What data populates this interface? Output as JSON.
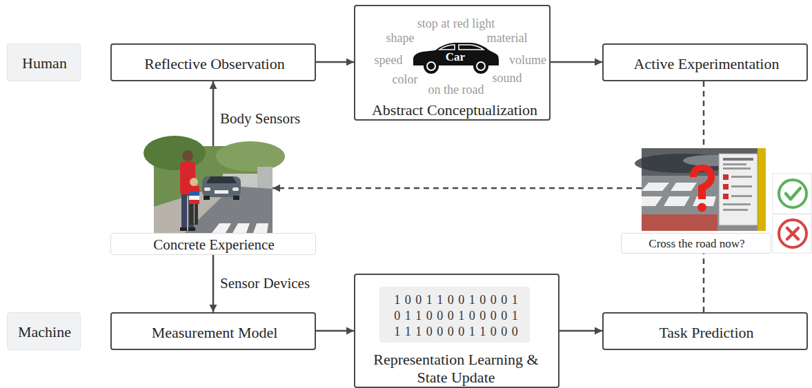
{
  "diagram": {
    "nodes": [
      {
        "text": [
          "Human"
        ]
      },
      {
        "text": [
          "Reflective Observation"
        ]
      },
      {
        "text": [
          "stop at red light",
          "shape",
          "material",
          "speed",
          "Car",
          "volume",
          "color",
          "sound",
          "on the road",
          "Abstract Conceptualization"
        ]
      },
      {
        "text": [
          "Active Experimentation"
        ]
      },
      {
        "text": [
          "Concrete Experience"
        ]
      },
      {
        "text": [
          "Cross the road now?"
        ]
      },
      {
        "text": [
          "Machine"
        ]
      },
      {
        "text": [
          "Measurement Model"
        ]
      },
      {
        "text": [
          "1 0 0 1 1 0 0 1 0 0 0 1",
          "0 1 1 0 0 0 1 0 0 0 0 1",
          "1 1 1 0 0 0 0 1 1 0 0 0",
          "Representation Learning & State Update"
        ]
      },
      {
        "text": [
          "Task Prediction"
        ]
      }
    ],
    "edges": [
      {
        "from": 4,
        "to": 1,
        "arrow": "to",
        "label": "Body Sensors"
      },
      {
        "from": 4,
        "to": 7,
        "arrow": "to",
        "label": "Sensor Devices"
      },
      {
        "from": 1,
        "to": 2,
        "arrow": "to"
      },
      {
        "from": 2,
        "to": 3,
        "arrow": "to"
      },
      {
        "from": 3,
        "to": 5,
        "arrow": "none"
      },
      {
        "from": 5,
        "to": 4,
        "arrow": "to"
      },
      {
        "from": 7,
        "to": 8,
        "arrow": "to"
      },
      {
        "from": 8,
        "to": 9,
        "arrow": "to"
      },
      {
        "from": 9,
        "to": 5,
        "arrow": "none"
      }
    ]
  }
}
